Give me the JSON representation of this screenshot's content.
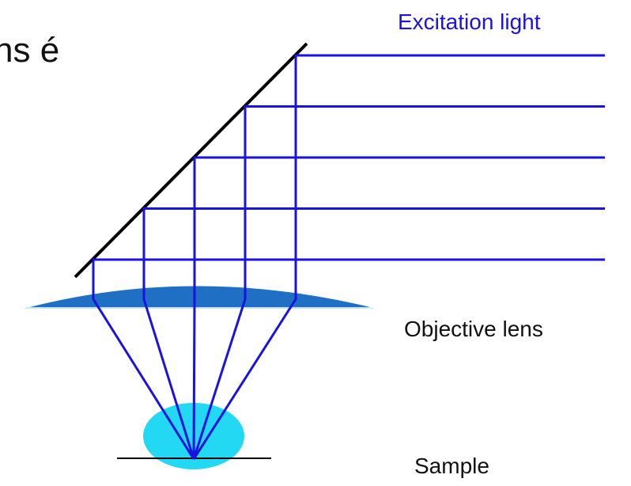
{
  "labels": {
    "excitation_light": "Excitation light",
    "objective_lens": "Objective lens",
    "sample": "Sample",
    "cut_off_text": "ns é"
  },
  "colors": {
    "beam": "#1a12e0",
    "excitation_label": "#1a12e0",
    "text": "#111111",
    "mirror": "#000000",
    "lens_fill": "#1f6fc4",
    "lens_rim": "#bfe6f5",
    "sample_fill": "#22d8f2",
    "sample_line": "#000000"
  },
  "components": {
    "beam_count": 5
  }
}
